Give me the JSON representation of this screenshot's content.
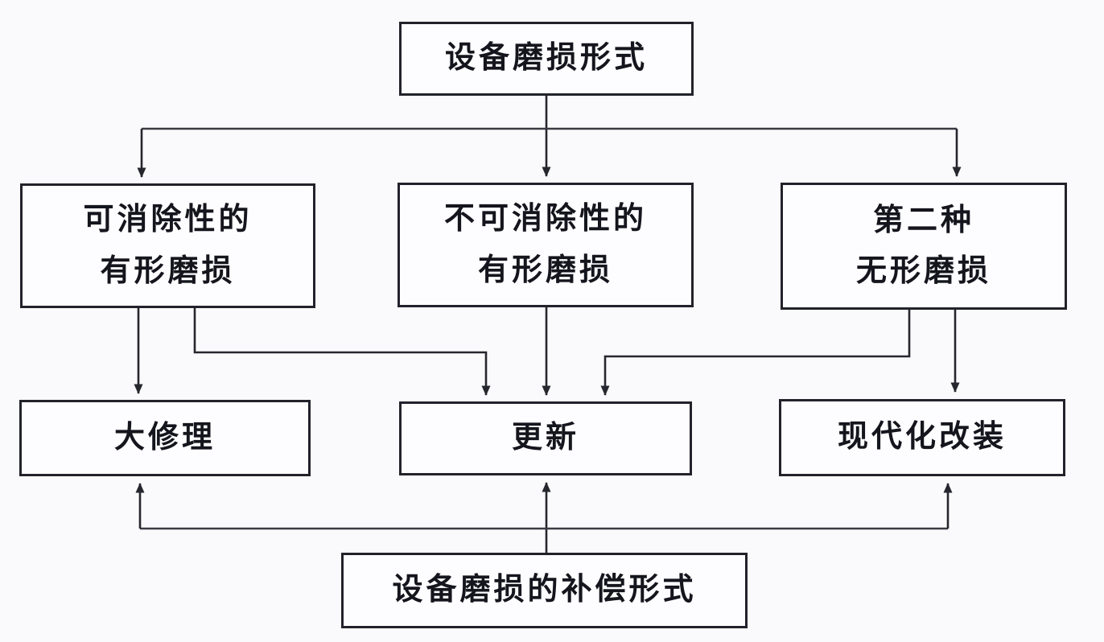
{
  "diagram": {
    "title_box": {
      "label": "设备磨损形式"
    },
    "wear_types": [
      {
        "line1": "可消除性的",
        "line2": "有形磨损"
      },
      {
        "line1": "不可消除性的",
        "line2": "有形磨损"
      },
      {
        "line1": "第二种",
        "line2": "无形磨损"
      }
    ],
    "compensation_methods": [
      {
        "label": "大修理"
      },
      {
        "label": "更新"
      },
      {
        "label": "现代化改装"
      }
    ],
    "bottom_box": {
      "label": "设备磨损的补偿形式"
    },
    "colors": {
      "background": "#fafafc",
      "box_fill": "#fdfdff",
      "box_border": "#22222b",
      "line": "#26262e",
      "text": "#15151d"
    }
  }
}
